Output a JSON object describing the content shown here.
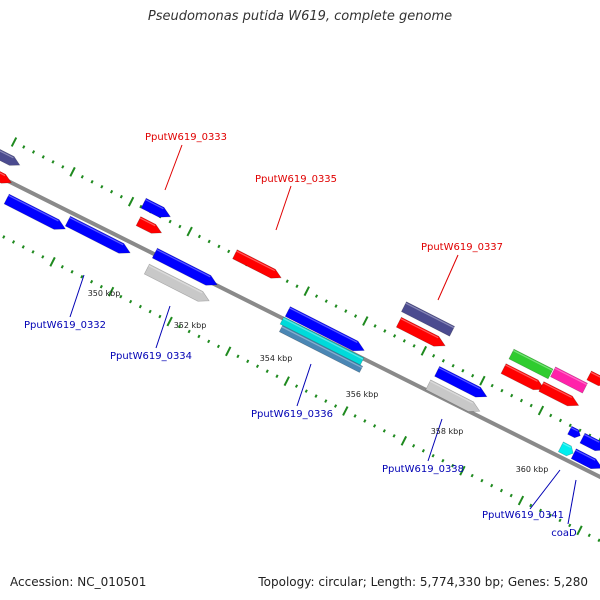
{
  "header": {
    "title": "Pseudomonas putida W619, complete genome"
  },
  "footer": {
    "accession": "Accession: NC_010501",
    "summary": "Topology: circular; Length: 5,774,330 bp; Genes: 5,280"
  },
  "colors": {
    "backbone": "#8a8a8a",
    "tick": "#1f8a1f",
    "top_label": "#e00000",
    "bottom_label": "#0000b4",
    "kbp_label": "#222222"
  },
  "scale_labels": [
    "350 kbp",
    "352 kbp",
    "354 kbp",
    "356 kbp",
    "358 kbp",
    "360 kbp"
  ],
  "features": [
    {
      "id": "g_top_left_purple",
      "fill": "#4b4b8f",
      "dir": "right"
    },
    {
      "id": "g_top_left_red",
      "fill": "#ff0000",
      "dir": "right"
    },
    {
      "id": "g_blue_332a",
      "fill": "#0000ff",
      "dir": "right"
    },
    {
      "id": "g_blue_332b",
      "fill": "#0000ff",
      "dir": "right"
    },
    {
      "id": "g_blue_333",
      "fill": "#0000ff",
      "dir": "right"
    },
    {
      "id": "g_red_333",
      "fill": "#ff0000",
      "dir": "right"
    },
    {
      "id": "g_blue_334",
      "fill": "#0000ff",
      "dir": "right"
    },
    {
      "id": "g_gray_334",
      "fill": "#c8c8c8",
      "dir": "right"
    },
    {
      "id": "g_red_335",
      "fill": "#ff0000",
      "dir": "right"
    },
    {
      "id": "g_blue_336",
      "fill": "#0000ff",
      "dir": "right"
    },
    {
      "id": "g_cyan_336",
      "fill": "#00dada",
      "dir": "none"
    },
    {
      "id": "g_steel_336",
      "fill": "#4a86b4",
      "dir": "none"
    },
    {
      "id": "g_purple_337",
      "fill": "#4b4b8f",
      "dir": "none"
    },
    {
      "id": "g_red_337",
      "fill": "#ff0000",
      "dir": "right"
    },
    {
      "id": "g_blue_338",
      "fill": "#0000ff",
      "dir": "right"
    },
    {
      "id": "g_gray_338",
      "fill": "#c8c8c8",
      "dir": "right"
    },
    {
      "id": "g_green_339",
      "fill": "#2fcc2f",
      "dir": "none"
    },
    {
      "id": "g_red_339",
      "fill": "#ff0000",
      "dir": "right"
    },
    {
      "id": "g_pink_340",
      "fill": "#ff22aa",
      "dir": "none"
    },
    {
      "id": "g_red_340",
      "fill": "#ff0000",
      "dir": "right"
    },
    {
      "id": "g_blue_341_small",
      "fill": "#0000ff",
      "dir": "right"
    },
    {
      "id": "g_cyan_341",
      "fill": "#00eeee",
      "dir": "right"
    },
    {
      "id": "g_blue_right_edge",
      "fill": "#0000ff",
      "dir": "right"
    },
    {
      "id": "g_blue_coaD",
      "fill": "#0000ff",
      "dir": "right"
    },
    {
      "id": "g_red_right_edge",
      "fill": "#ff0000",
      "dir": "right"
    }
  ],
  "gene_labels": [
    {
      "id": "PputW619_0333",
      "text": "PputW619_0333",
      "side": "top"
    },
    {
      "id": "PputW619_0335",
      "text": "PputW619_0335",
      "side": "top"
    },
    {
      "id": "PputW619_0337",
      "text": "PputW619_0337",
      "side": "top"
    },
    {
      "id": "PputW619_0332",
      "text": "PputW619_0332",
      "side": "bottom"
    },
    {
      "id": "PputW619_0334",
      "text": "PputW619_0334",
      "side": "bottom"
    },
    {
      "id": "PputW619_0336",
      "text": "PputW619_0336",
      "side": "bottom"
    },
    {
      "id": "PputW619_0338",
      "text": "PputW619_0338",
      "side": "bottom"
    },
    {
      "id": "PputW619_0341",
      "text": "PputW619_0341",
      "side": "bottom"
    },
    {
      "id": "coaD",
      "text": "coaD",
      "side": "bottom"
    }
  ]
}
